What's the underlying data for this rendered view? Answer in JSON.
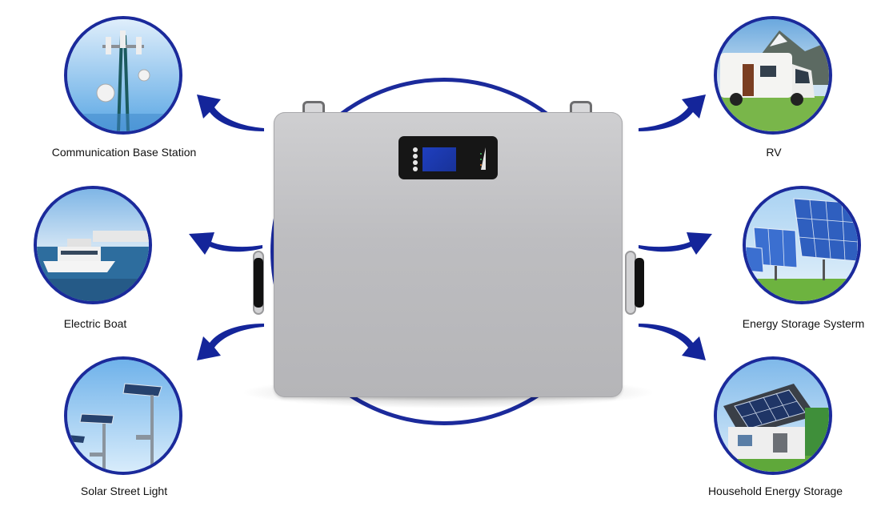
{
  "applications": {
    "comm_base_station": "Communication Base Station",
    "electric_boat": "Electric Boat",
    "solar_street_light": "Solar Street Light",
    "rv": "RV",
    "energy_storage_system": "Energy Storage Systerm",
    "household_energy_storage": "Household Energy Storage"
  },
  "colors": {
    "accent": "#1b2a9b",
    "battery": "#c2c2c4",
    "screen": "#1f3fbf"
  },
  "icons": [
    "cell-tower-icon",
    "yacht-icon",
    "solar-streetlight-icon",
    "rv-camper-icon",
    "solar-panel-array-icon",
    "house-solar-roof-icon"
  ]
}
